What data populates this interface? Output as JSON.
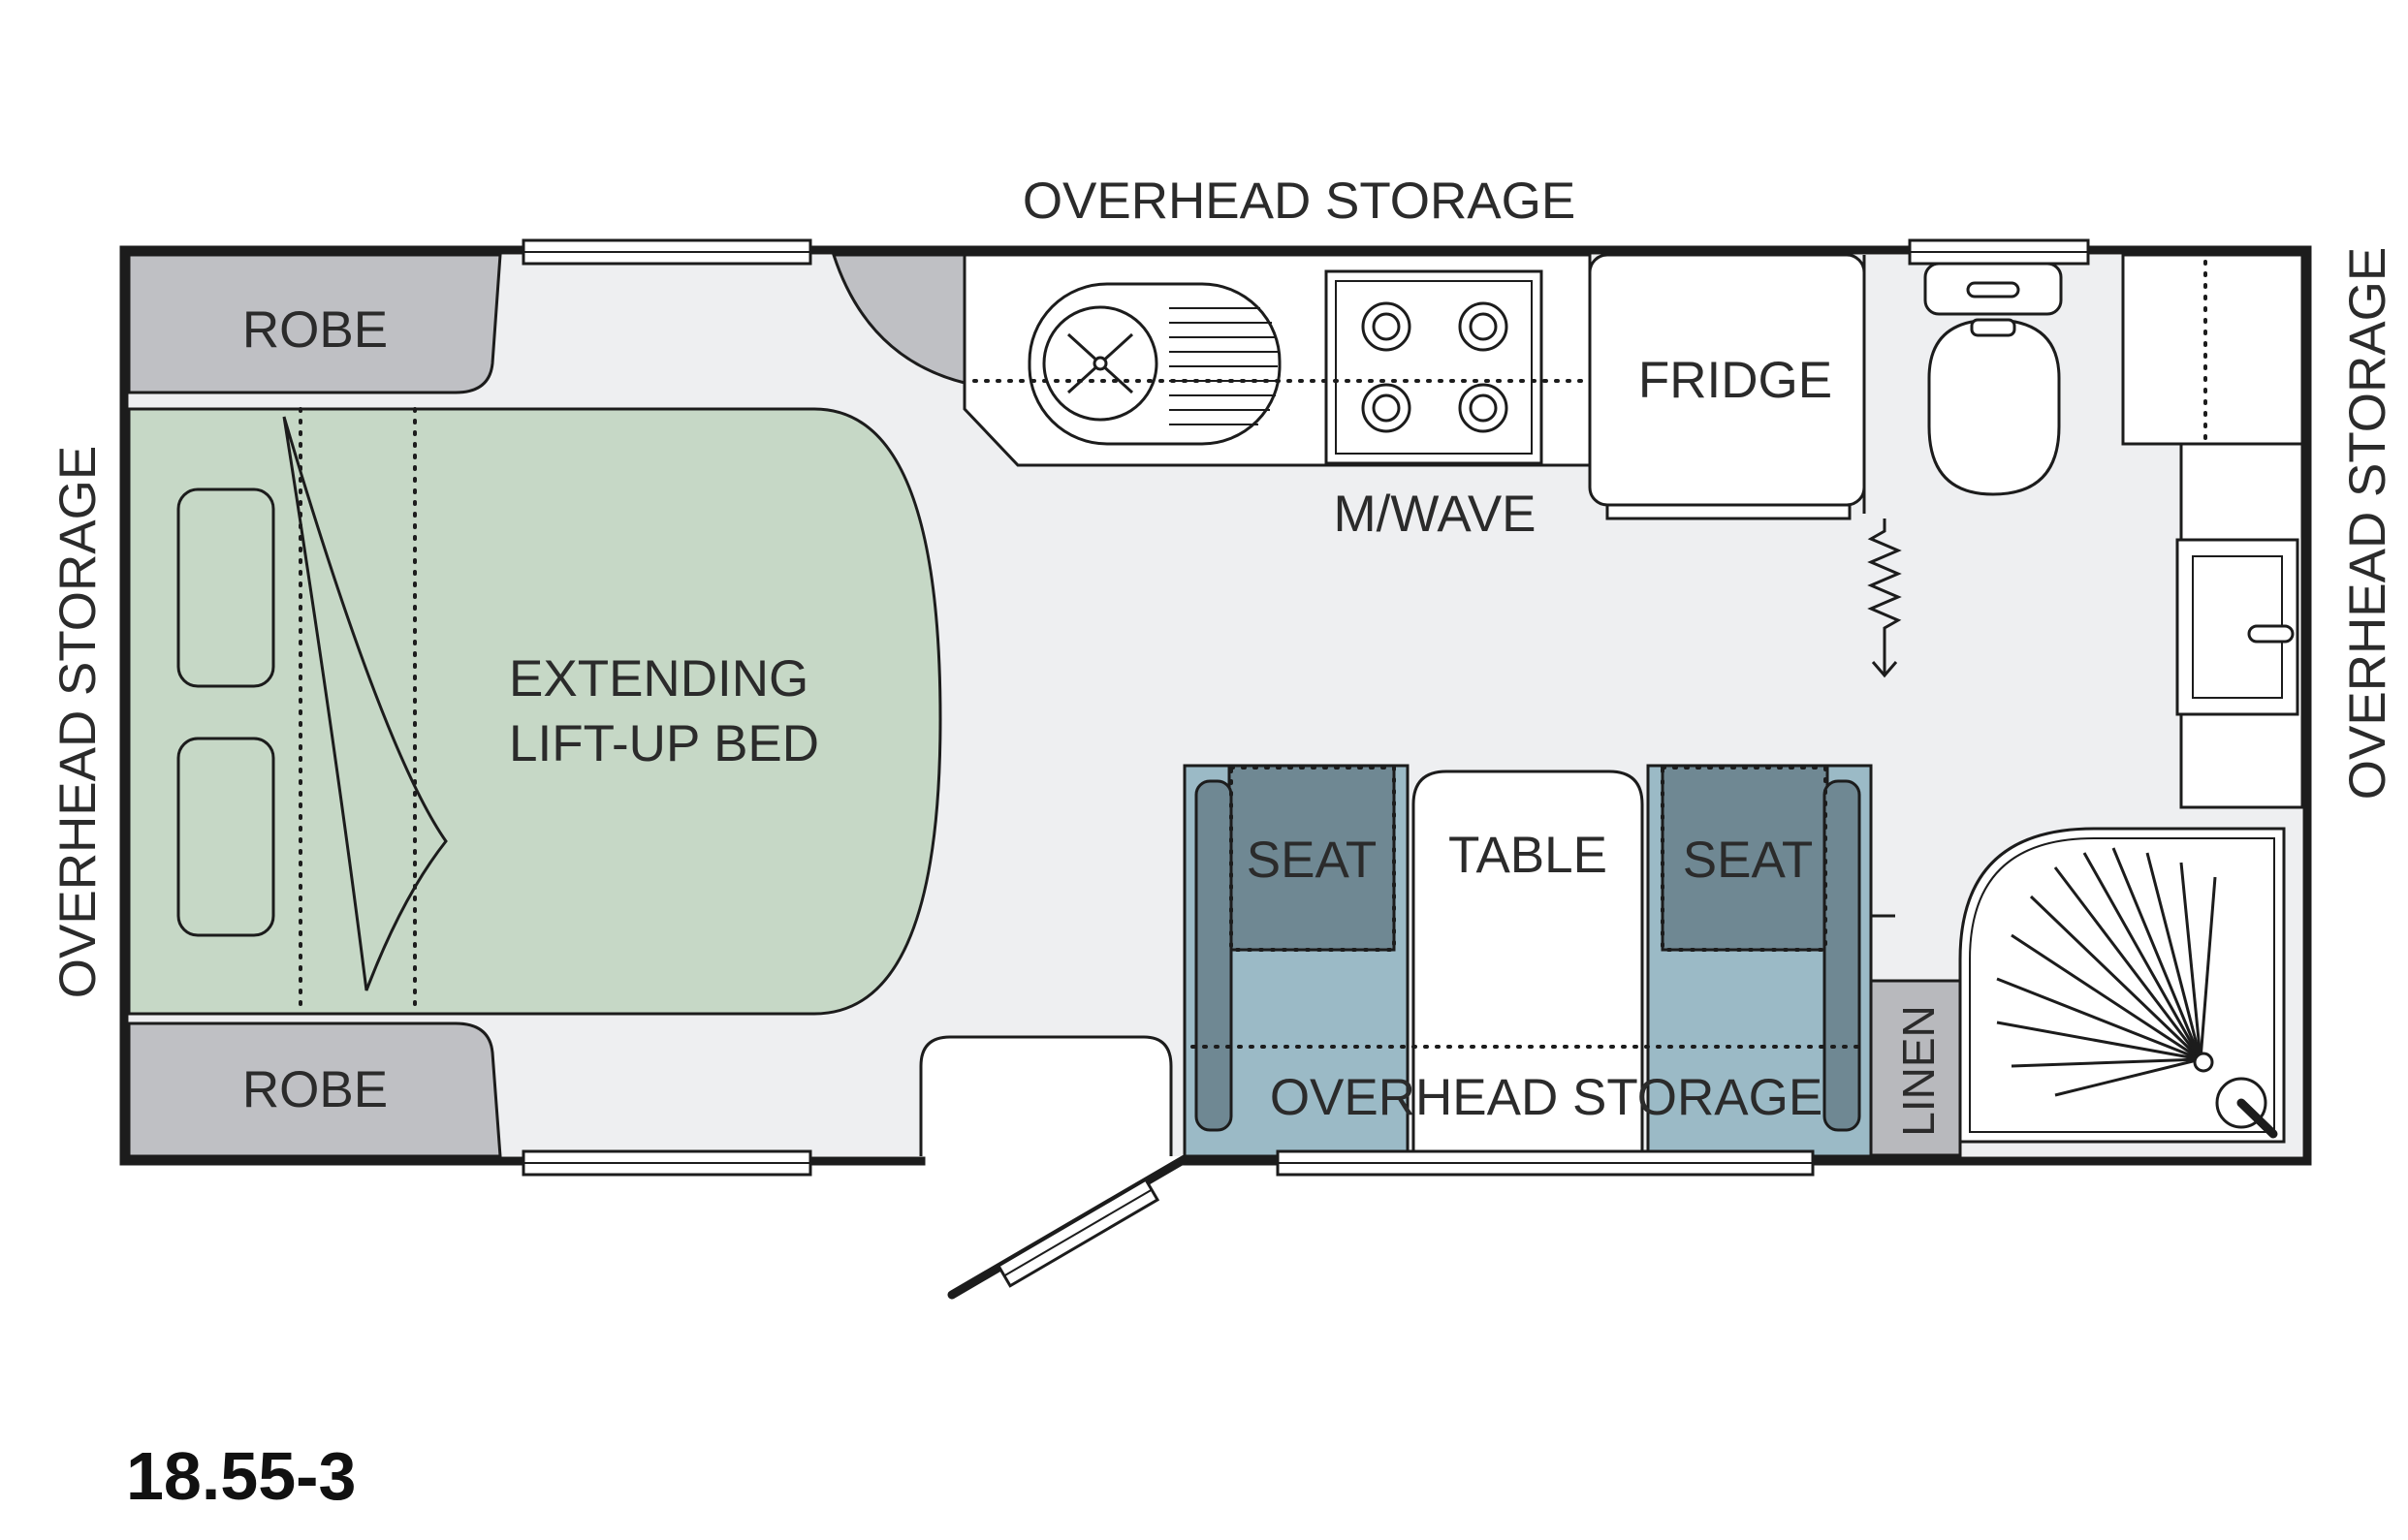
{
  "model_code": "18.55-3",
  "labels": {
    "overhead_top": "OVERHEAD STORAGE",
    "overhead_left": "OVERHEAD STORAGE",
    "overhead_right": "OVERHEAD STORAGE",
    "overhead_bottom": "OVERHEAD STORAGE",
    "robe_top": "ROBE",
    "robe_bottom": "ROBE",
    "bed_line1": "EXTENDING",
    "bed_line2": "LIFT-UP BED",
    "fridge": "FRIDGE",
    "microwave": "M/WAVE",
    "seat_left": "SEAT",
    "table": "TABLE",
    "seat_right": "SEAT",
    "linen": "LINEN"
  },
  "colors": {
    "floor": "#eeeff1",
    "wall": "#1c1c1c",
    "robe": "#bfc0c4",
    "bed": "#c6d8c6",
    "dinette": "#9bbac6",
    "seat_cushion": "#6f8893",
    "linen": "#b8b9bd"
  }
}
